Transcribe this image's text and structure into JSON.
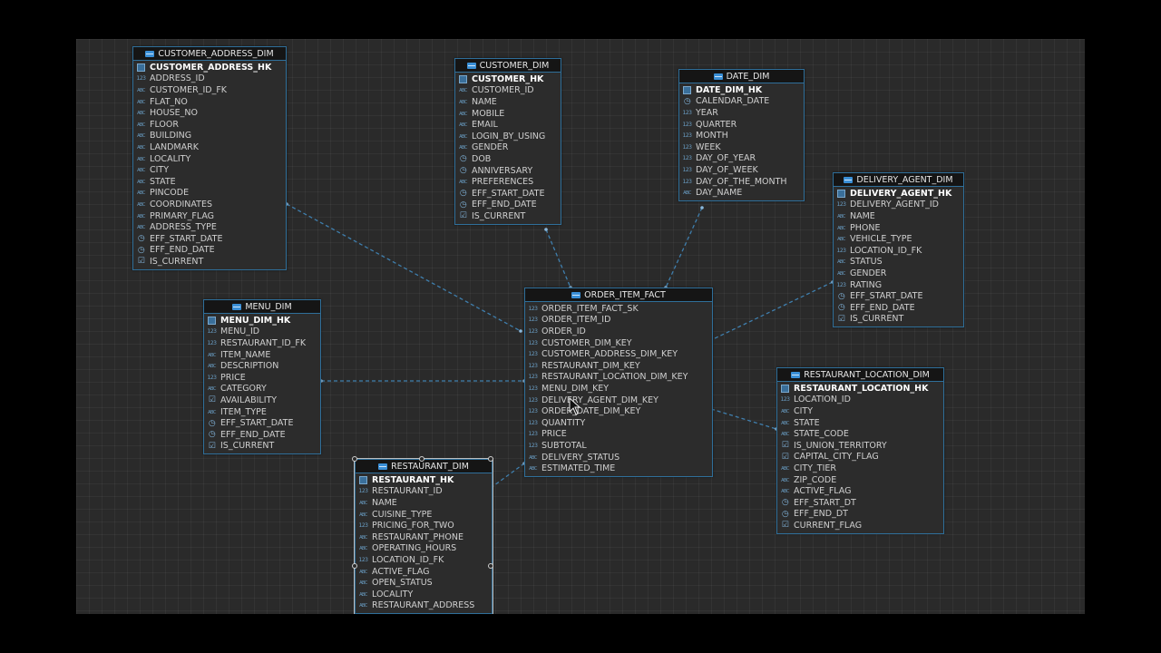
{
  "tables": [
    {
      "id": "customer_address_dim",
      "title": "CUSTOMER_ADDRESS_DIM",
      "pk": "CUSTOMER_ADDRESS_HK",
      "columns": [
        [
          "num",
          "ADDRESS_ID"
        ],
        [
          "abc",
          "CUSTOMER_ID_FK"
        ],
        [
          "abc",
          "FLAT_NO"
        ],
        [
          "abc",
          "HOUSE_NO"
        ],
        [
          "abc",
          "FLOOR"
        ],
        [
          "abc",
          "BUILDING"
        ],
        [
          "abc",
          "LANDMARK"
        ],
        [
          "abc",
          "LOCALITY"
        ],
        [
          "abc",
          "CITY"
        ],
        [
          "abc",
          "STATE"
        ],
        [
          "abc",
          "PINCODE"
        ],
        [
          "abc",
          "COORDINATES"
        ],
        [
          "abc",
          "PRIMARY_FLAG"
        ],
        [
          "abc",
          "ADDRESS_TYPE"
        ],
        [
          "cal",
          "EFF_START_DATE"
        ],
        [
          "cal",
          "EFF_END_DATE"
        ],
        [
          "bool",
          "IS_CURRENT"
        ]
      ]
    },
    {
      "id": "customer_dim",
      "title": "CUSTOMER_DIM",
      "pk": "CUSTOMER_HK",
      "columns": [
        [
          "abc",
          "CUSTOMER_ID"
        ],
        [
          "abc",
          "NAME"
        ],
        [
          "abc",
          "MOBILE"
        ],
        [
          "abc",
          "EMAIL"
        ],
        [
          "abc",
          "LOGIN_BY_USING"
        ],
        [
          "abc",
          "GENDER"
        ],
        [
          "cal",
          "DOB"
        ],
        [
          "cal",
          "ANNIVERSARY"
        ],
        [
          "abc",
          "PREFERENCES"
        ],
        [
          "cal",
          "EFF_START_DATE"
        ],
        [
          "cal",
          "EFF_END_DATE"
        ],
        [
          "bool",
          "IS_CURRENT"
        ]
      ]
    },
    {
      "id": "date_dim",
      "title": "DATE_DIM",
      "pk": "DATE_DIM_HK",
      "columns": [
        [
          "cal",
          "CALENDAR_DATE"
        ],
        [
          "num",
          "YEAR"
        ],
        [
          "num",
          "QUARTER"
        ],
        [
          "num",
          "MONTH"
        ],
        [
          "num",
          "WEEK"
        ],
        [
          "num",
          "DAY_OF_YEAR"
        ],
        [
          "num",
          "DAY_OF_WEEK"
        ],
        [
          "num",
          "DAY_OF_THE_MONTH"
        ],
        [
          "abc",
          "DAY_NAME"
        ]
      ]
    },
    {
      "id": "delivery_agent_dim",
      "title": "DELIVERY_AGENT_DIM",
      "pk": "DELIVERY_AGENT_HK",
      "columns": [
        [
          "num",
          "DELIVERY_AGENT_ID"
        ],
        [
          "abc",
          "NAME"
        ],
        [
          "abc",
          "PHONE"
        ],
        [
          "abc",
          "VEHICLE_TYPE"
        ],
        [
          "num",
          "LOCATION_ID_FK"
        ],
        [
          "abc",
          "STATUS"
        ],
        [
          "abc",
          "GENDER"
        ],
        [
          "num",
          "RATING"
        ],
        [
          "cal",
          "EFF_START_DATE"
        ],
        [
          "cal",
          "EFF_END_DATE"
        ],
        [
          "bool",
          "IS_CURRENT"
        ]
      ]
    },
    {
      "id": "menu_dim",
      "title": "MENU_DIM",
      "pk": "MENU_DIM_HK",
      "columns": [
        [
          "num",
          "MENU_ID"
        ],
        [
          "num",
          "RESTAURANT_ID_FK"
        ],
        [
          "abc",
          "ITEM_NAME"
        ],
        [
          "abc",
          "DESCRIPTION"
        ],
        [
          "num",
          "PRICE"
        ],
        [
          "abc",
          "CATEGORY"
        ],
        [
          "bool",
          "AVAILABILITY"
        ],
        [
          "abc",
          "ITEM_TYPE"
        ],
        [
          "cal",
          "EFF_START_DATE"
        ],
        [
          "cal",
          "EFF_END_DATE"
        ],
        [
          "bool",
          "IS_CURRENT"
        ]
      ]
    },
    {
      "id": "order_item_fact",
      "title": "ORDER_ITEM_FACT",
      "pk": "",
      "columns": [
        [
          "num",
          "ORDER_ITEM_FACT_SK"
        ],
        [
          "num",
          "ORDER_ITEM_ID"
        ],
        [
          "num",
          "ORDER_ID"
        ],
        [
          "num",
          "CUSTOMER_DIM_KEY"
        ],
        [
          "num",
          "CUSTOMER_ADDRESS_DIM_KEY"
        ],
        [
          "num",
          "RESTAURANT_DIM_KEY"
        ],
        [
          "num",
          "RESTAURANT_LOCATION_DIM_KEY"
        ],
        [
          "num",
          "MENU_DIM_KEY"
        ],
        [
          "num",
          "DELIVERY_AGENT_DIM_KEY"
        ],
        [
          "num",
          "ORDER_DATE_DIM_KEY"
        ],
        [
          "num",
          "QUANTITY"
        ],
        [
          "num",
          "PRICE"
        ],
        [
          "num",
          "SUBTOTAL"
        ],
        [
          "abc",
          "DELIVERY_STATUS"
        ],
        [
          "abc",
          "ESTIMATED_TIME"
        ]
      ]
    },
    {
      "id": "restaurant_location_dim",
      "title": "RESTAURANT_LOCATION_DIM",
      "pk": "RESTAURANT_LOCATION_HK",
      "columns": [
        [
          "num",
          "LOCATION_ID"
        ],
        [
          "abc",
          "CITY"
        ],
        [
          "abc",
          "STATE"
        ],
        [
          "abc",
          "STATE_CODE"
        ],
        [
          "bool",
          "IS_UNION_TERRITORY"
        ],
        [
          "bool",
          "CAPITAL_CITY_FLAG"
        ],
        [
          "abc",
          "CITY_TIER"
        ],
        [
          "abc",
          "ZIP_CODE"
        ],
        [
          "abc",
          "ACTIVE_FLAG"
        ],
        [
          "cal",
          "EFF_START_DT"
        ],
        [
          "cal",
          "EFF_END_DT"
        ],
        [
          "bool",
          "CURRENT_FLAG"
        ]
      ]
    },
    {
      "id": "restaurant_dim",
      "title": "RESTAURANT_DIM",
      "pk": "RESTAURANT_HK",
      "columns": [
        [
          "num",
          "RESTAURANT_ID"
        ],
        [
          "abc",
          "NAME"
        ],
        [
          "abc",
          "CUISINE_TYPE"
        ],
        [
          "num",
          "PRICING_FOR_TWO"
        ],
        [
          "abc",
          "RESTAURANT_PHONE"
        ],
        [
          "abc",
          "OPERATING_HOURS"
        ],
        [
          "num",
          "LOCATION_ID_FK"
        ],
        [
          "abc",
          "ACTIVE_FLAG"
        ],
        [
          "abc",
          "OPEN_STATUS"
        ],
        [
          "abc",
          "LOCALITY"
        ],
        [
          "abc",
          "RESTAURANT_ADDRESS"
        ]
      ]
    }
  ],
  "colors": {
    "canvas": "#2a2a2a",
    "table_border": "#2f6f9a",
    "link": "#3f7fae",
    "header": "#151515"
  }
}
